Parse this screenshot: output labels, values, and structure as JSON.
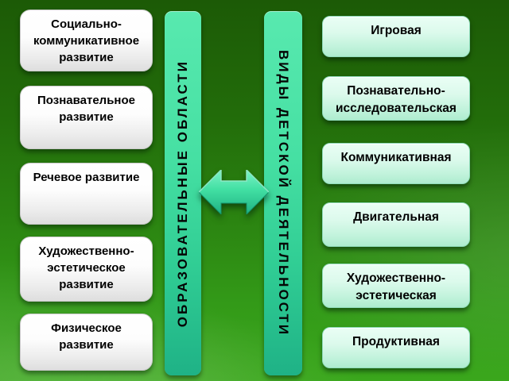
{
  "slide": {
    "left_column": {
      "items": [
        {
          "label": "Социально-\nкоммуникативное\nразвитие"
        },
        {
          "label": "Познавательное\nразвитие"
        },
        {
          "label": "Речевое развитие"
        },
        {
          "label": "Художественно-\nэстетическое\nразвитие"
        },
        {
          "label": "Физическое\nразвитие"
        }
      ]
    },
    "center": {
      "left_bar_label": "ОБРАЗОВАТЕЛЬНЫЕ ОБЛАСТИ",
      "right_bar_label": "ВИДЫ ДЕТСКОЙ ДЕЯТЕЛЬНОСТИ",
      "arrow_icon": "left-right-arrow"
    },
    "right_column": {
      "items": [
        {
          "label": "Игровая"
        },
        {
          "label": "Познавательно-\nисследовательская"
        },
        {
          "label": "Коммуникативная"
        },
        {
          "label": "Двигательная"
        },
        {
          "label": "Художественно-\nэстетическая"
        },
        {
          "label": "Продуктивная"
        }
      ]
    },
    "colors": {
      "background_top": "#1c5a06",
      "background_bottom": "#3aa71c",
      "bar_fill_top": "#58e9af",
      "bar_fill_bottom": "#1fb286",
      "white_box_top": "#ffffff",
      "white_box_bottom": "#dedede",
      "mint_box_top": "#eafef5",
      "mint_box_bottom": "#aeeccf",
      "arrow_fill": "#3fdf9f",
      "text": "#000000"
    }
  }
}
